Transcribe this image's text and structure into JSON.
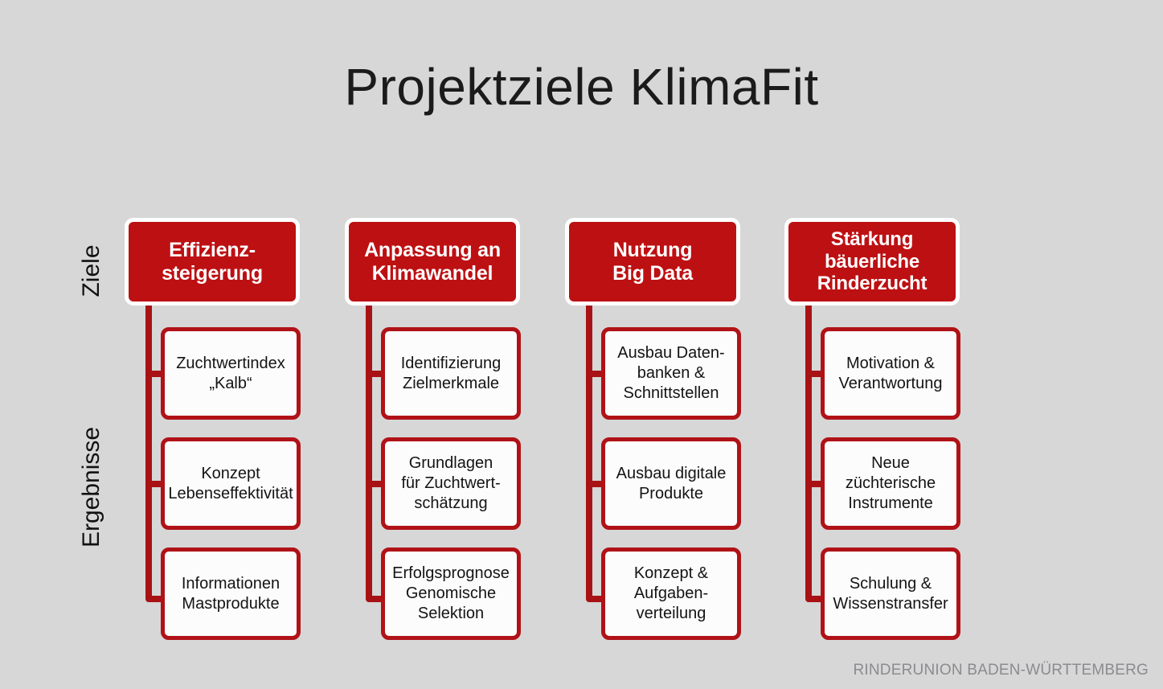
{
  "slide": {
    "title": "Projektziele KlimaFit",
    "background_color": "#d7d7d7",
    "accent_red": "#bd1013",
    "border_red": "#b01217",
    "connector_red": "#a81215",
    "footer": "RINDERUNION BADEN-WÜRTTEMBERG"
  },
  "axis_labels": {
    "goals": "Ziele",
    "results": "Ergebnisse"
  },
  "columns": [
    {
      "goal": "Effizienz-\nsteigerung",
      "goal_line1": "Effizienz-",
      "goal_line2": "steigerung",
      "results": [
        {
          "line1": "Zuchtwertindex",
          "line2": "„Kalb“",
          "line3": ""
        },
        {
          "line1": "Konzept",
          "line2": "Lebenseffektivität",
          "line3": ""
        },
        {
          "line1": "Informationen",
          "line2": "Mastprodukte",
          "line3": ""
        }
      ]
    },
    {
      "goal": "Anpassung an\nKlimawandel",
      "goal_line1": "Anpassung an",
      "goal_line2": "Klimawandel",
      "results": [
        {
          "line1": "Identifizierung",
          "line2": "Zielmerkmale",
          "line3": ""
        },
        {
          "line1": "Grundlagen",
          "line2": "für Zuchtwert-",
          "line3": "schätzung"
        },
        {
          "line1": "Erfolgsprognose",
          "line2": "Genomische",
          "line3": "Selektion"
        }
      ]
    },
    {
      "goal": "Nutzung\nBig Data",
      "goal_line1": "Nutzung",
      "goal_line2": "Big Data",
      "results": [
        {
          "line1": "Ausbau Daten-",
          "line2": "banken &",
          "line3": "Schnittstellen"
        },
        {
          "line1": "Ausbau digitale",
          "line2": "Produkte",
          "line3": ""
        },
        {
          "line1": "Konzept &",
          "line2": "Aufgaben-",
          "line3": "verteilung"
        }
      ]
    },
    {
      "goal": "Stärkung\nbäuerliche\nRinderzucht",
      "goal_line1": "Stärkung",
      "goal_line2": "bäuerliche",
      "goal_line3": "Rinderzucht",
      "results": [
        {
          "line1": "Motivation &",
          "line2": "Verantwortung",
          "line3": ""
        },
        {
          "line1": "Neue",
          "line2": "züchterische",
          "line3": "Instrumente"
        },
        {
          "line1": "Schulung &",
          "line2": "Wissenstransfer",
          "line3": ""
        }
      ]
    }
  ]
}
